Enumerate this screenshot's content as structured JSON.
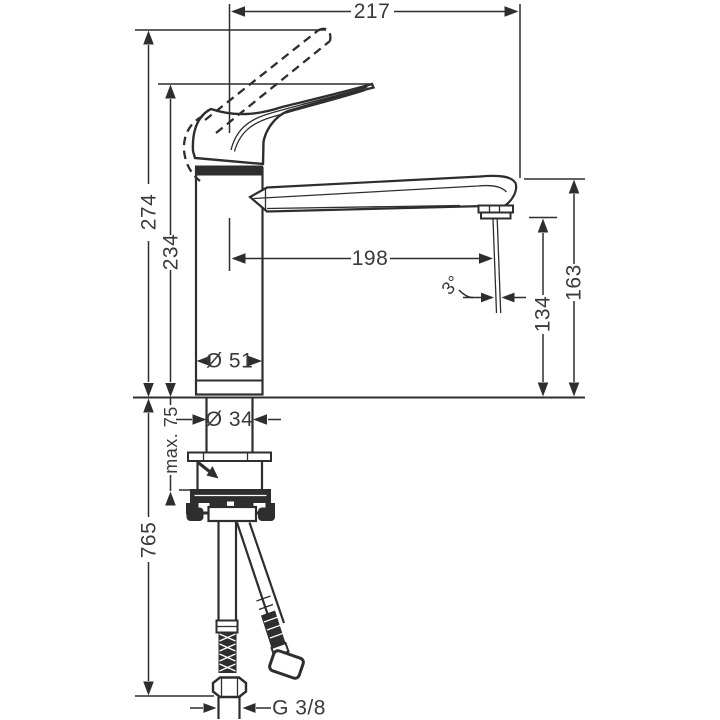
{
  "colors": {
    "ink": "#2e2e2e",
    "text": "#3a3a3a",
    "background": "#ffffff"
  },
  "labels": {
    "dim_217": "217",
    "dim_274": "274",
    "dim_234": "234",
    "dim_198": "198",
    "dim_163": "163",
    "dim_134": "134",
    "dia_51": "Ø 51",
    "dia_34": "Ø 34",
    "max_75": "max. 75",
    "dim_765": "765",
    "angle_3": "3°",
    "thread_g38": "G 3/8"
  }
}
